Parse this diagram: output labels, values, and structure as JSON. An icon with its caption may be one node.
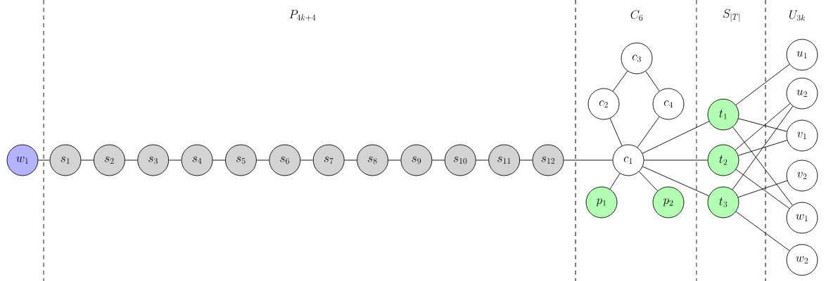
{
  "diagram": {
    "nodes": [
      {
        "text": [
          "w_1"
        ]
      },
      {
        "text": [
          "s_1"
        ]
      },
      {
        "text": [
          "s_2"
        ]
      },
      {
        "text": [
          "s_3"
        ]
      },
      {
        "text": [
          "s_4"
        ]
      },
      {
        "text": [
          "s_5"
        ]
      },
      {
        "text": [
          "s_6"
        ]
      },
      {
        "text": [
          "s_7"
        ]
      },
      {
        "text": [
          "s_8"
        ]
      },
      {
        "text": [
          "s_9"
        ]
      },
      {
        "text": [
          "s_{10}"
        ]
      },
      {
        "text": [
          "s_{11}"
        ]
      },
      {
        "text": [
          "s_{12}"
        ]
      },
      {
        "text": [
          "c_1"
        ]
      },
      {
        "text": [
          "c_2"
        ]
      },
      {
        "text": [
          "c_3"
        ]
      },
      {
        "text": [
          "c_4"
        ]
      },
      {
        "text": [
          "p_1"
        ]
      },
      {
        "text": [
          "p_2"
        ]
      },
      {
        "text": [
          "t_1"
        ]
      },
      {
        "text": [
          "t_2"
        ]
      },
      {
        "text": [
          "t_3"
        ]
      },
      {
        "text": [
          "u_1"
        ]
      },
      {
        "text": [
          "u_2"
        ]
      },
      {
        "text": [
          "v_1"
        ]
      },
      {
        "text": [
          "v_2"
        ]
      },
      {
        "text": [
          "w_1"
        ]
      },
      {
        "text": [
          "w_2"
        ]
      }
    ],
    "edges": [
      {
        "from": 0,
        "to": 1,
        "arrow": "none"
      },
      {
        "from": 1,
        "to": 2,
        "arrow": "none"
      },
      {
        "from": 2,
        "to": 3,
        "arrow": "none"
      },
      {
        "from": 3,
        "to": 4,
        "arrow": "none"
      },
      {
        "from": 4,
        "to": 5,
        "arrow": "none"
      },
      {
        "from": 5,
        "to": 6,
        "arrow": "none"
      },
      {
        "from": 6,
        "to": 7,
        "arrow": "none"
      },
      {
        "from": 7,
        "to": 8,
        "arrow": "none"
      },
      {
        "from": 8,
        "to": 9,
        "arrow": "none"
      },
      {
        "from": 9,
        "to": 10,
        "arrow": "none"
      },
      {
        "from": 10,
        "to": 11,
        "arrow": "none"
      },
      {
        "from": 11,
        "to": 12,
        "arrow": "none"
      },
      {
        "from": 12,
        "to": 13,
        "arrow": "none"
      },
      {
        "from": 13,
        "to": 14,
        "arrow": "none"
      },
      {
        "from": 14,
        "to": 15,
        "arrow": "none"
      },
      {
        "from": 15,
        "to": 16,
        "arrow": "none"
      },
      {
        "from": 16,
        "to": 13,
        "arrow": "none"
      },
      {
        "from": 13,
        "to": 17,
        "arrow": "none"
      },
      {
        "from": 13,
        "to": 18,
        "arrow": "none"
      },
      {
        "from": 13,
        "to": 19,
        "arrow": "none"
      },
      {
        "from": 13,
        "to": 20,
        "arrow": "none"
      },
      {
        "from": 13,
        "to": 21,
        "arrow": "none"
      },
      {
        "from": 19,
        "to": 22,
        "arrow": "none"
      },
      {
        "from": 19,
        "to": 24,
        "arrow": "none"
      },
      {
        "from": 19,
        "to": 26,
        "arrow": "none"
      },
      {
        "from": 20,
        "to": 23,
        "arrow": "none"
      },
      {
        "from": 20,
        "to": 24,
        "arrow": "none"
      },
      {
        "from": 20,
        "to": 26,
        "arrow": "none"
      },
      {
        "from": 21,
        "to": 23,
        "arrow": "none"
      },
      {
        "from": 21,
        "to": 25,
        "arrow": "none"
      },
      {
        "from": 21,
        "to": 27,
        "arrow": "none"
      }
    ],
    "labels": [
      "P_{4k+4}",
      "C_6",
      "S_{|T|}",
      "U_{3k}"
    ]
  }
}
